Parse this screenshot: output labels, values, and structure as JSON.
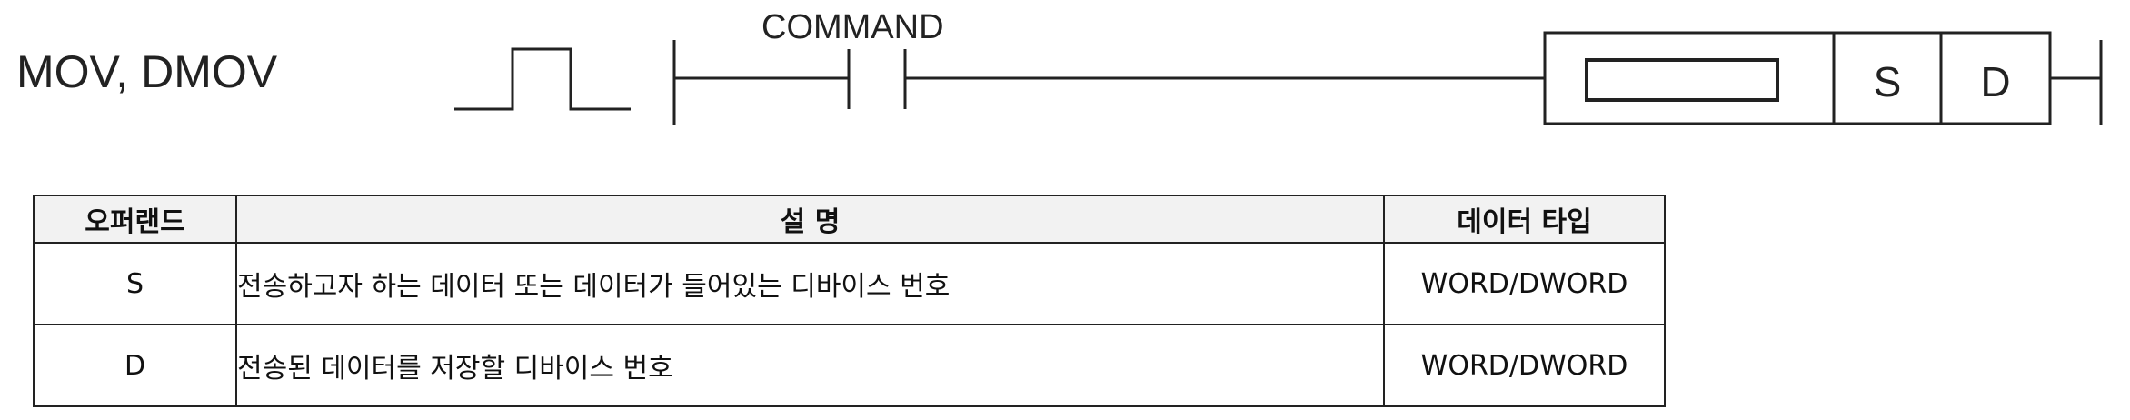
{
  "instruction": {
    "name": "MOV, DMOV",
    "contact_label": "COMMAND",
    "operand_box": {
      "source": "S",
      "destination": "D"
    }
  },
  "operand_table": {
    "headers": {
      "operand": "오퍼랜드",
      "description": "설 명",
      "data_type": "데이터 타입"
    },
    "rows": [
      {
        "operand": "S",
        "description": "전송하고자 하는 데이터 또는 데이터가 들어있는 디바이스 번호",
        "data_type": "WORD/DWORD"
      },
      {
        "operand": "D",
        "description": "전송된 데이터를 저장할 디바이스 번호",
        "data_type": "WORD/DWORD"
      }
    ]
  }
}
